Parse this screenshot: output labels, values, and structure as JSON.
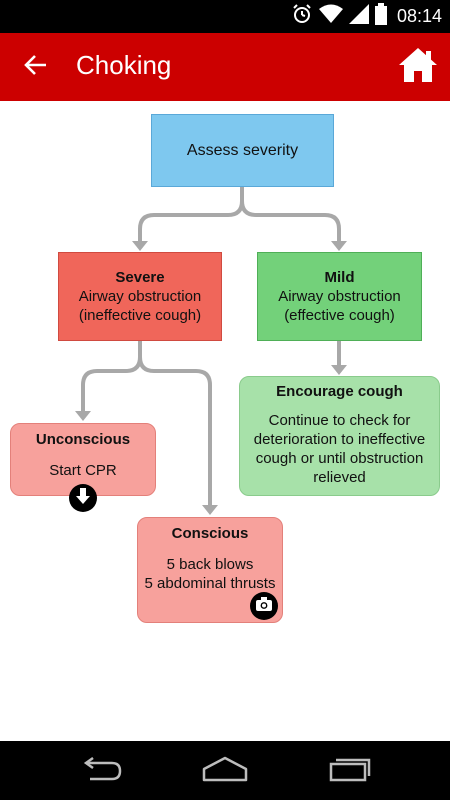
{
  "status_bar": {
    "time": "08:14",
    "icons": [
      "alarm-icon",
      "wifi-icon",
      "signal-icon",
      "battery-icon"
    ]
  },
  "app_bar": {
    "title": "Choking",
    "icons": [
      "back-arrow-icon",
      "home-icon"
    ],
    "background": "#cc0000"
  },
  "flowchart": {
    "assess": {
      "text": "Assess severity"
    },
    "severe": {
      "title": "Severe",
      "line1": "Airway obstruction",
      "line2": "(ineffective cough)"
    },
    "mild": {
      "title": "Mild",
      "line1": "Airway obstruction",
      "line2": "(effective cough)"
    },
    "encourage": {
      "title": "Encourage cough",
      "line1": "Continue to check for",
      "line2": "deterioration to ineffective",
      "line3": "cough or until obstruction",
      "line4": "relieved"
    },
    "unconscious": {
      "title": "Unconscious",
      "text": "Start CPR",
      "icon": "download-arrow-icon"
    },
    "conscious": {
      "title": "Conscious",
      "line1": "5 back blows",
      "line2": "5 abdominal thrusts",
      "icon": "camera-icon"
    }
  },
  "nav_bar": {
    "icons": [
      "nav-back-icon",
      "nav-home-icon",
      "nav-recents-icon"
    ]
  }
}
